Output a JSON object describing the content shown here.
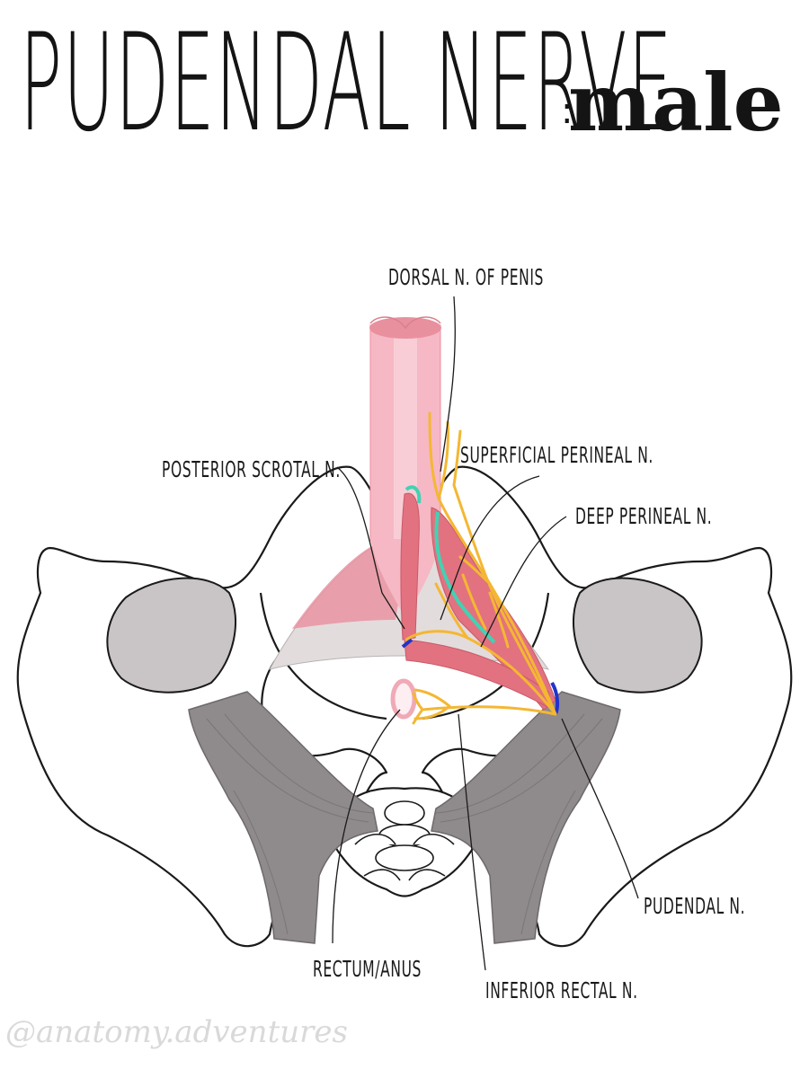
{
  "title": {
    "main": "PUDENDAL NERVE",
    "separator": ":",
    "sub": "male"
  },
  "labels": {
    "dorsal": "DORSAL N. OF PENIS",
    "superficial": "SUPERFICIAL PERINEAL N.",
    "posterior": "POSTERIOR SCROTAL N.",
    "deep": "DEEP PERINEAL N.",
    "pudendal": "PUDENDAL N.",
    "rectum": "RECTUM/ANUS",
    "inferior": "INFERIOR RECTAL N."
  },
  "watermark": "@anatomy.adventures",
  "colors": {
    "outline": "#1a1a1a",
    "foramen": "#c9c4c6",
    "ligament": "#8f8a8c",
    "membrane": "#e3dcdd",
    "pink_light": "#f6b8c4",
    "pink_mid": "#e9909f",
    "muscle": "#e2727f",
    "nerve": "#f4b733",
    "nerve_blue": "#2233cc",
    "nerve_teal": "#41d2b4"
  },
  "icons": [
    "anatomy-illustration"
  ]
}
